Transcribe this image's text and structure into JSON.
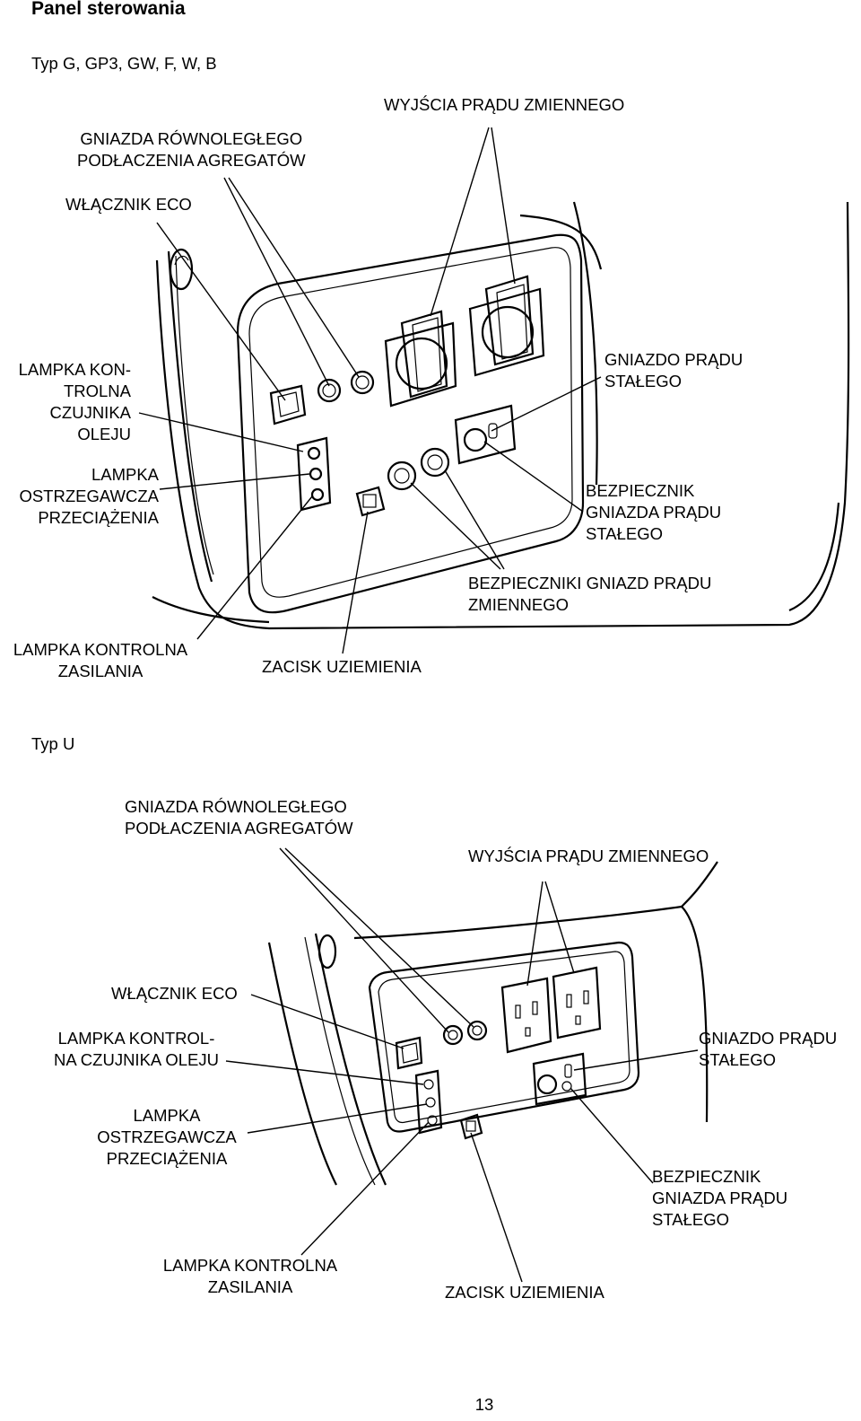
{
  "page_title": "Panel sterowania",
  "page_number": "13",
  "section_a": {
    "type_label": "Typ G, GP3, GW, F, W, B",
    "labels": {
      "parallel_sockets": "GNIAZDA RÓWNOLEGŁEGO\nPODŁACZENIA AGREGATÓW",
      "ac_outputs": "WYJŚCIA PRĄDU ZMIENNEGO",
      "eco_switch": "WŁĄCZNIK ECO",
      "oil_lamp": "LAMPKA KON-\nTROLNA\nCZUJNIKA\nOLEJU",
      "overload_lamp": "LAMPKA\nOSTRZEGAWCZA\nPRZECIĄŻENIA",
      "dc_socket": "GNIAZDO PRĄDU\nSTAŁEGO",
      "dc_fuse": "BEZPIECZNIK\nGNIAZDA PRĄDU\nSTAŁEGO",
      "ac_fuses": "BEZPIECZNIKI GNIAZD PRĄDU\nZMIENNEGO",
      "power_lamp": "LAMPKA KONTROLNA\nZASILANIA",
      "ground_terminal": "ZACISK UZIEMIENIA"
    }
  },
  "section_b": {
    "type_label": "Typ U",
    "labels": {
      "parallel_sockets": "GNIAZDA RÓWNOLEGŁEGO\nPODŁACZENIA AGREGATÓW",
      "ac_outputs": "WYJŚCIA PRĄDU ZMIENNEGO",
      "eco_switch": "WŁĄCZNIK ECO",
      "oil_lamp": "LAMPKA KONTROL-\nNA CZUJNIKA OLEJU",
      "dc_socket": "GNIAZDO PRĄDU\nSTAŁEGO",
      "overload_lamp": "LAMPKA\nOSTRZEGAWCZA\nPRZECIĄŻENIA",
      "dc_fuse": "BEZPIECZNIK\nGNIAZDA PRĄDU\nSTAŁEGO",
      "power_lamp": "LAMPKA KONTROLNA\nZASILANIA",
      "ground_terminal": "ZACISK UZIEMIENIA"
    }
  }
}
